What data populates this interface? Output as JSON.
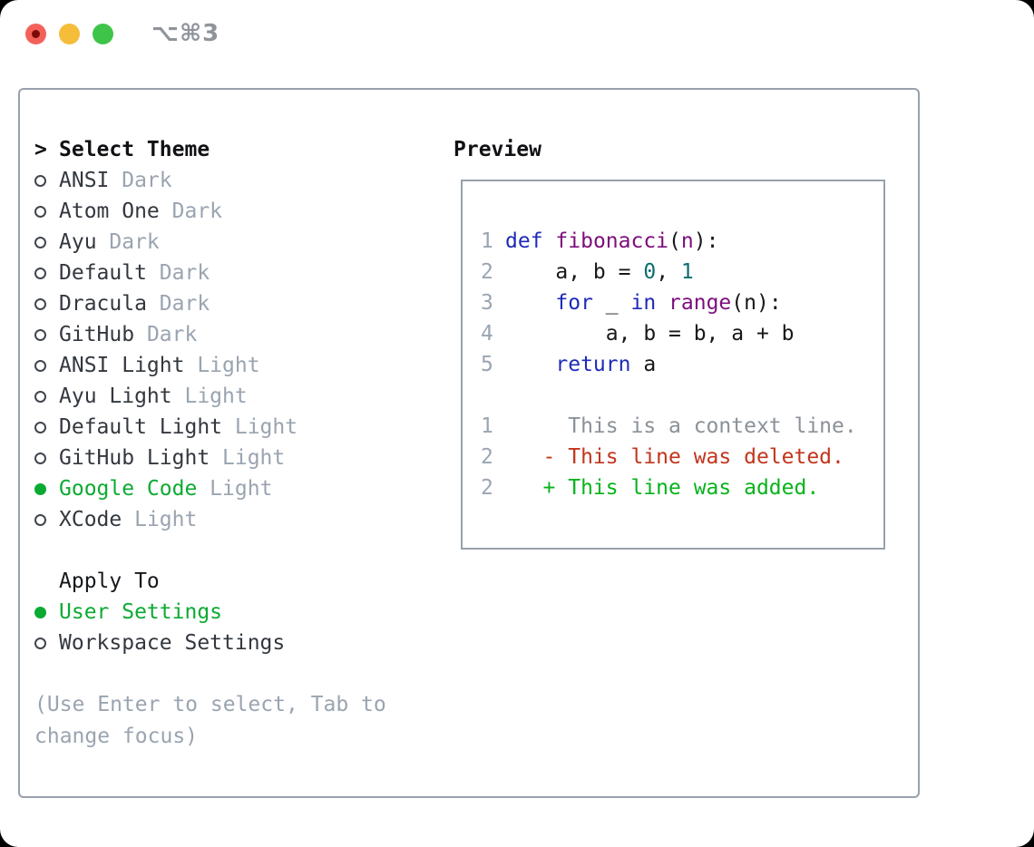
{
  "window": {
    "title_shortcut": "⌥⌘3",
    "traffic_lights": [
      "close",
      "minimize",
      "zoom"
    ]
  },
  "theme_selector": {
    "prompt": ">",
    "heading": "Select Theme",
    "items": [
      {
        "name": "ANSI",
        "variant": "Dark",
        "selected": false
      },
      {
        "name": "Atom One",
        "variant": "Dark",
        "selected": false
      },
      {
        "name": "Ayu",
        "variant": "Dark",
        "selected": false
      },
      {
        "name": "Default",
        "variant": "Dark",
        "selected": false
      },
      {
        "name": "Dracula",
        "variant": "Dark",
        "selected": false
      },
      {
        "name": "GitHub",
        "variant": "Dark",
        "selected": false
      },
      {
        "name": "ANSI Light",
        "variant": "Light",
        "selected": false
      },
      {
        "name": "Ayu Light",
        "variant": "Light",
        "selected": false
      },
      {
        "name": "Default Light",
        "variant": "Light",
        "selected": false
      },
      {
        "name": "GitHub Light",
        "variant": "Light",
        "selected": false
      },
      {
        "name": "Google Code",
        "variant": "Light",
        "selected": true
      },
      {
        "name": "XCode",
        "variant": "Light",
        "selected": false
      }
    ]
  },
  "apply_to": {
    "heading": "Apply To",
    "options": [
      {
        "label": "User Settings",
        "selected": true
      },
      {
        "label": "Workspace Settings",
        "selected": false
      }
    ]
  },
  "hint": "(Use Enter to select, Tab to change focus)",
  "preview": {
    "heading": "Preview",
    "code_lines": [
      {
        "num": "1",
        "tokens": [
          [
            "kw",
            "def"
          ],
          [
            "pl",
            " "
          ],
          [
            "fn",
            "fibonacci"
          ],
          [
            "pl",
            "("
          ],
          [
            "fn",
            "n"
          ],
          [
            "pl",
            "):"
          ]
        ]
      },
      {
        "num": "2",
        "tokens": [
          [
            "pl",
            "    a, b = "
          ],
          [
            "num",
            "0"
          ],
          [
            "pl",
            ", "
          ],
          [
            "num",
            "1"
          ]
        ]
      },
      {
        "num": "3",
        "tokens": [
          [
            "pl",
            "    "
          ],
          [
            "kw",
            "for"
          ],
          [
            "pl",
            " _ "
          ],
          [
            "kw",
            "in"
          ],
          [
            "pl",
            " "
          ],
          [
            "fn",
            "range"
          ],
          [
            "pl",
            "(n):"
          ]
        ]
      },
      {
        "num": "4",
        "tokens": [
          [
            "pl",
            "        a, b = b, a + b"
          ]
        ]
      },
      {
        "num": "5",
        "tokens": [
          [
            "pl",
            "    "
          ],
          [
            "kw",
            "return"
          ],
          [
            "pl",
            " a"
          ]
        ]
      }
    ],
    "diff_lines": [
      {
        "num": "1",
        "kind": "context",
        "text": "     This is a context line."
      },
      {
        "num": "2",
        "kind": "deleted",
        "text": "   - This line was deleted."
      },
      {
        "num": "2",
        "kind": "added",
        "text": "   + This line was added."
      }
    ]
  },
  "colors": {
    "accent_green": "#0caa32",
    "keyword_blue": "#1e2bb8",
    "function_purple": "#7d0d7d",
    "number_teal": "#0a6e71",
    "deleted_red": "#c2351c",
    "added_green": "#07b31b",
    "muted_gray": "#9aa4b0",
    "border_gray": "#98a1ac"
  }
}
